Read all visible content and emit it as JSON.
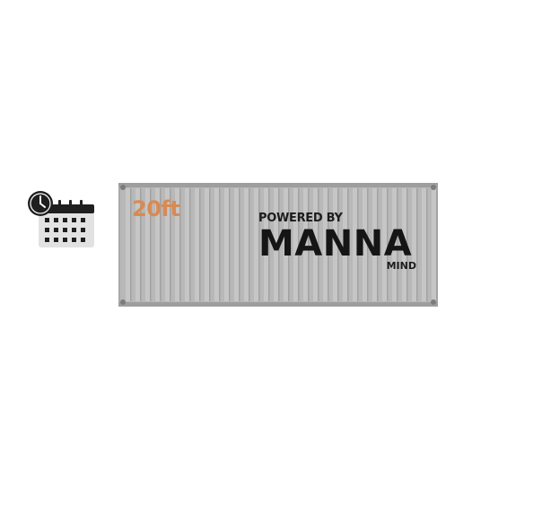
{
  "container": {
    "size_label": "20ft",
    "branding": {
      "powered_by": "POWERED BY",
      "brand": "MANNA",
      "sub_brand": "MIND"
    },
    "body_color": "#b4b4b4",
    "label_color": "#d98a52"
  },
  "icons": {
    "schedule": "calendar-clock-icon"
  }
}
